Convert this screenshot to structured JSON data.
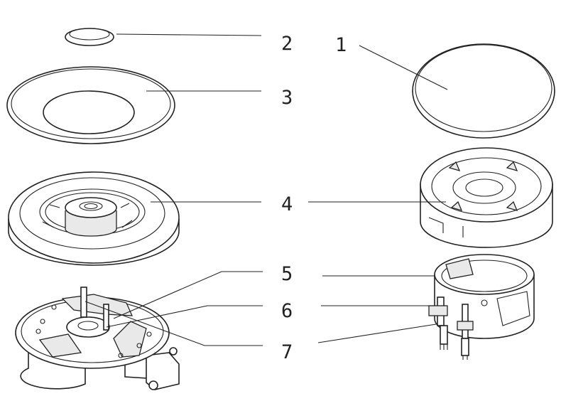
{
  "callouts": {
    "c1": "1",
    "c2": "2",
    "c3": "3",
    "c4": "4",
    "c5": "5",
    "c6": "6",
    "c7": "7"
  },
  "colors": {
    "line": "#222222",
    "background": "#ffffff"
  }
}
